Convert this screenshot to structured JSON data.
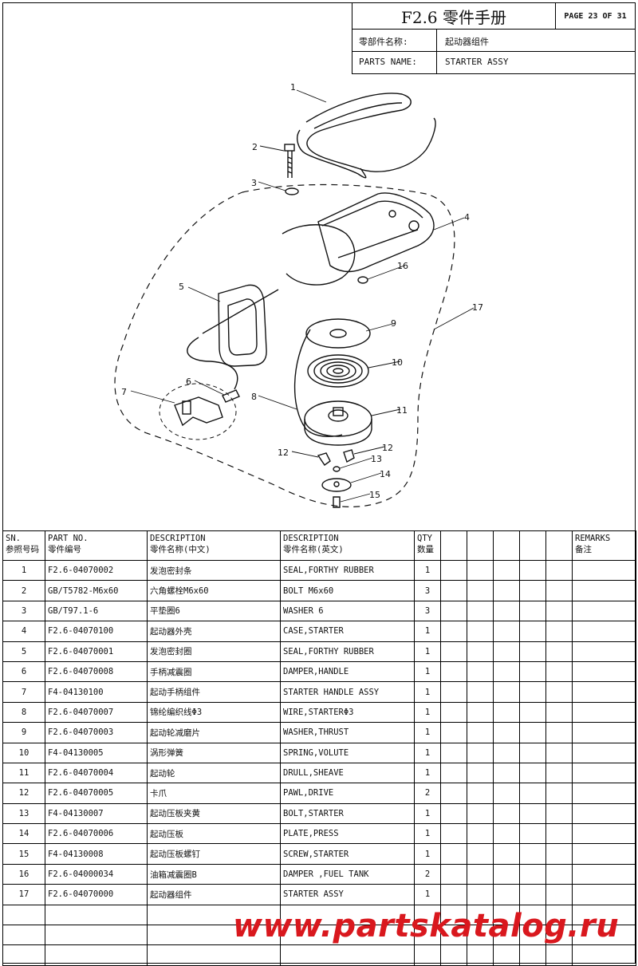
{
  "header": {
    "title": "F2.6 零件手册",
    "page": "PAGE 23 OF 31",
    "parts_name_cn_label": "零部件名称:",
    "parts_name_cn_value": "起动器组件",
    "parts_name_en_label": "PARTS NAME:",
    "parts_name_en_value": "STARTER ASSY"
  },
  "diagram": {
    "callouts": [
      "1",
      "2",
      "3",
      "4",
      "5",
      "6",
      "7",
      "8",
      "9",
      "10",
      "11",
      "12",
      "12",
      "13",
      "14",
      "15",
      "16",
      "17"
    ]
  },
  "table": {
    "headers": {
      "sn_en": "SN.",
      "sn_cn": "参照号码",
      "part_en": "PART NO.",
      "part_cn": "零件编号",
      "desc_cn_en": "DESCRIPTION",
      "desc_cn_cn": "零件名称(中文)",
      "desc_en_en": "DESCRIPTION",
      "desc_en_cn": "零件名称(英文)",
      "qty_en": "QTY",
      "qty_cn": "数量",
      "remarks_en": "REMARKS",
      "remarks_cn": "备注"
    },
    "rows": [
      {
        "sn": "1",
        "part": "F2.6-04070002",
        "cn": "发泡密封条",
        "en": "SEAL,FORTHY RUBBER",
        "qty": "1"
      },
      {
        "sn": "2",
        "part": "GB/T5782-M6x60",
        "cn": "六角螺栓M6x60",
        "en": "BOLT M6x60",
        "qty": "3"
      },
      {
        "sn": "3",
        "part": "GB/T97.1-6",
        "cn": "平垫圈6",
        "en": "WASHER 6",
        "qty": "3"
      },
      {
        "sn": "4",
        "part": "F2.6-04070100",
        "cn": "起动器外壳",
        "en": " CASE,STARTER",
        "qty": "1"
      },
      {
        "sn": "5",
        "part": "F2.6-04070001",
        "cn": "发泡密封圈",
        "en": "SEAL,FORTHY RUBBER",
        "qty": "1"
      },
      {
        "sn": "6",
        "part": "F2.6-04070008",
        "cn": "手柄减震圈",
        "en": "DAMPER,HANDLE",
        "qty": "1"
      },
      {
        "sn": "7",
        "part": "F4-04130100",
        "cn": "起动手柄组件",
        "en": "STARTER HANDLE ASSY",
        "qty": "1"
      },
      {
        "sn": "8",
        "part": "F2.6-04070007",
        "cn": "锦纶编织线Φ3",
        "en": "WIRE,STARTERΦ3",
        "qty": "1"
      },
      {
        "sn": "9",
        "part": "F2.6-04070003",
        "cn": "起动轮减磨片",
        "en": "WASHER,THRUST",
        "qty": "1"
      },
      {
        "sn": "10",
        "part": "F4-04130005",
        "cn": "涡形弹簧",
        "en": "SPRING,VOLUTE",
        "qty": "1"
      },
      {
        "sn": "11",
        "part": "F2.6-04070004",
        "cn": "起动轮",
        "en": "DRULL,SHEAVE",
        "qty": "1"
      },
      {
        "sn": "12",
        "part": "F2.6-04070005",
        "cn": "卡爪",
        "en": "PAWL,DRIVE",
        "qty": "2"
      },
      {
        "sn": "13",
        "part": "F4-04130007",
        "cn": "起动压板夹黄",
        "en": "BOLT,STARTER",
        "qty": "1"
      },
      {
        "sn": "14",
        "part": "F2.6-04070006",
        "cn": "起动压板",
        "en": "PLATE,PRESS",
        "qty": "1"
      },
      {
        "sn": "15",
        "part": "F4-04130008",
        "cn": "起动压板螺钉",
        "en": "SCREW,STARTER",
        "qty": "1"
      },
      {
        "sn": "16",
        "part": "F2.6-04000034",
        "cn": "油箱减震圈B",
        "en": "DAMPER ,FUEL TANK",
        "qty": "2"
      },
      {
        "sn": "17",
        "part": "F2.6-04070000",
        "cn": "起动器组件",
        "en": "STARTER ASSY",
        "qty": "1"
      }
    ],
    "empty_rows": 3
  },
  "watermark": "www.partskatalog.ru",
  "colors": {
    "watermark": "#d9181e",
    "ink": "#111111"
  }
}
